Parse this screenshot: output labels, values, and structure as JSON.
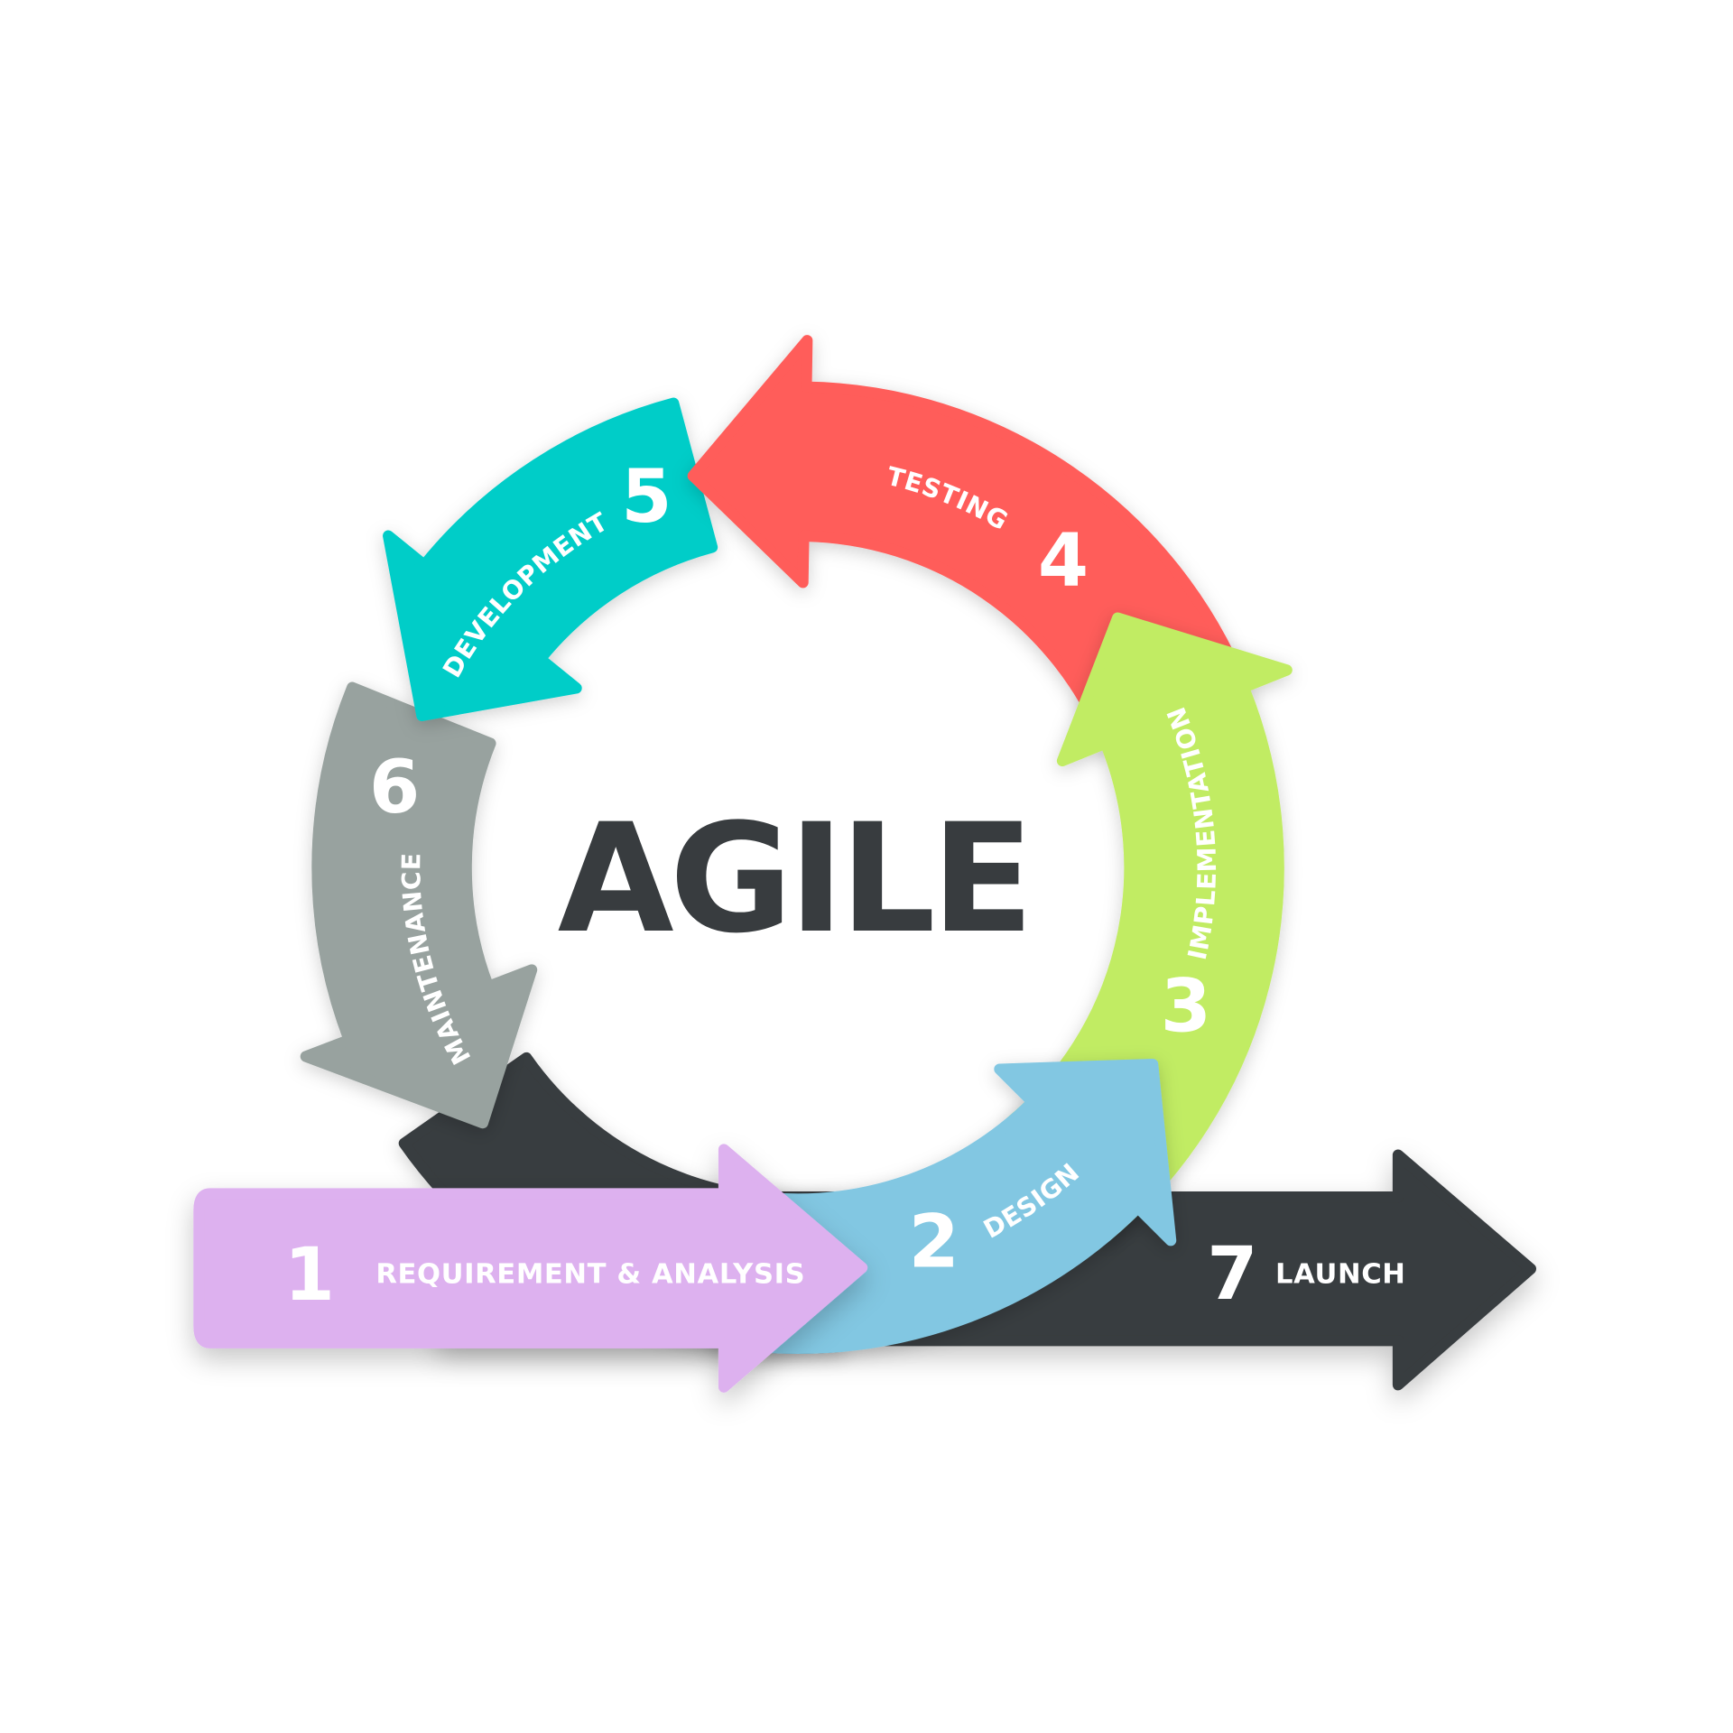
{
  "title": "AGILE",
  "colors": {
    "title": "#383c3f",
    "requirement": "#ddb1ef",
    "design": "#82c7e2",
    "implementation": "#c1ec64",
    "testing": "#ff5d5a",
    "development": "#00cdc8",
    "maintenance": "#98a29f",
    "launch": "#383c3f"
  },
  "steps": [
    {
      "number": "1",
      "label": "REQUIREMENT & ANALYSIS"
    },
    {
      "number": "2",
      "label": "DESIGN"
    },
    {
      "number": "3",
      "label": "IMPLEMENTATION"
    },
    {
      "number": "4",
      "label": "TESTING"
    },
    {
      "number": "5",
      "label": "DEVELOPMENT"
    },
    {
      "number": "6",
      "label": "MAINTENANCE"
    },
    {
      "number": "7",
      "label": "LAUNCH"
    }
  ]
}
